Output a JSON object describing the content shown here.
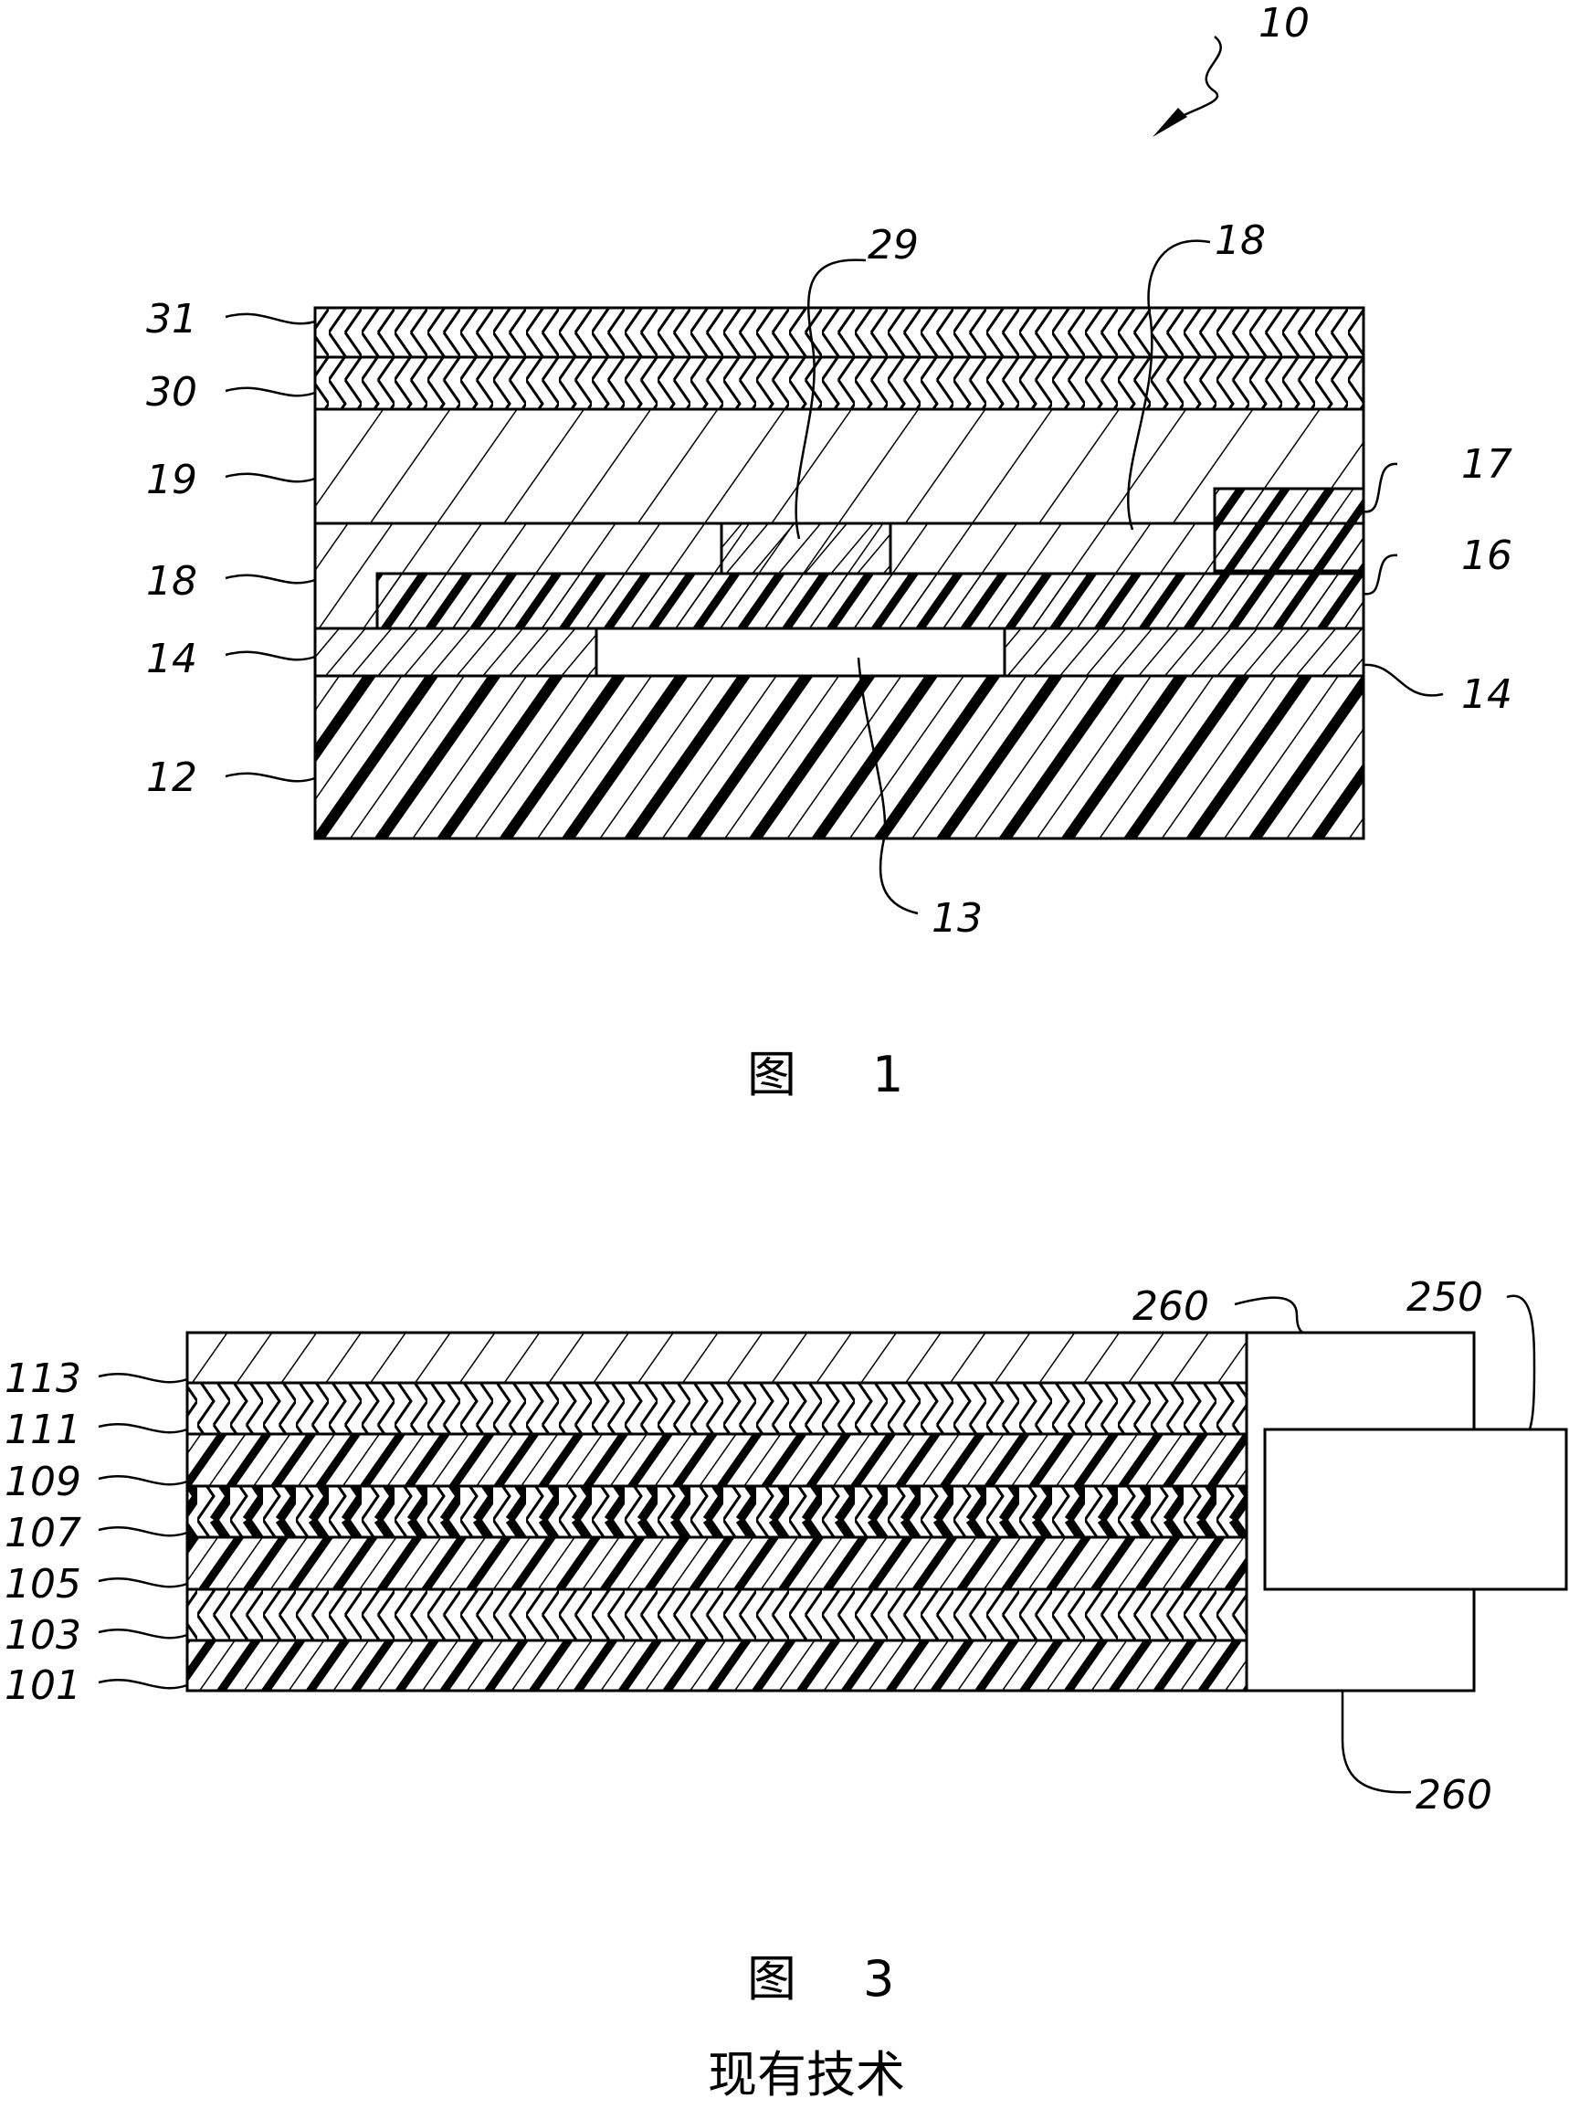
{
  "figure1": {
    "assembly_ref": "10",
    "labels": {
      "l31": "31",
      "l30": "30",
      "l19": "19",
      "l18a": "18",
      "l14a": "14",
      "l12": "12",
      "l29": "29",
      "l18b": "18",
      "l17": "17",
      "l16": "16",
      "l14b": "14",
      "l13": "13"
    },
    "caption_char": "图",
    "caption_num": "1"
  },
  "figure3": {
    "labels": {
      "l113": "113",
      "l111": "111",
      "l109": "109",
      "l107": "107",
      "l105": "105",
      "l103": "103",
      "l101": "101",
      "l260a": "260",
      "l250": "250",
      "l260b": "260"
    },
    "caption_char": "图",
    "caption_num": "3",
    "subcaption": "现有技术"
  },
  "icons": [
    "hatch-fill",
    "chevron-fill",
    "thick-hatch-fill",
    "arrow-icon"
  ]
}
